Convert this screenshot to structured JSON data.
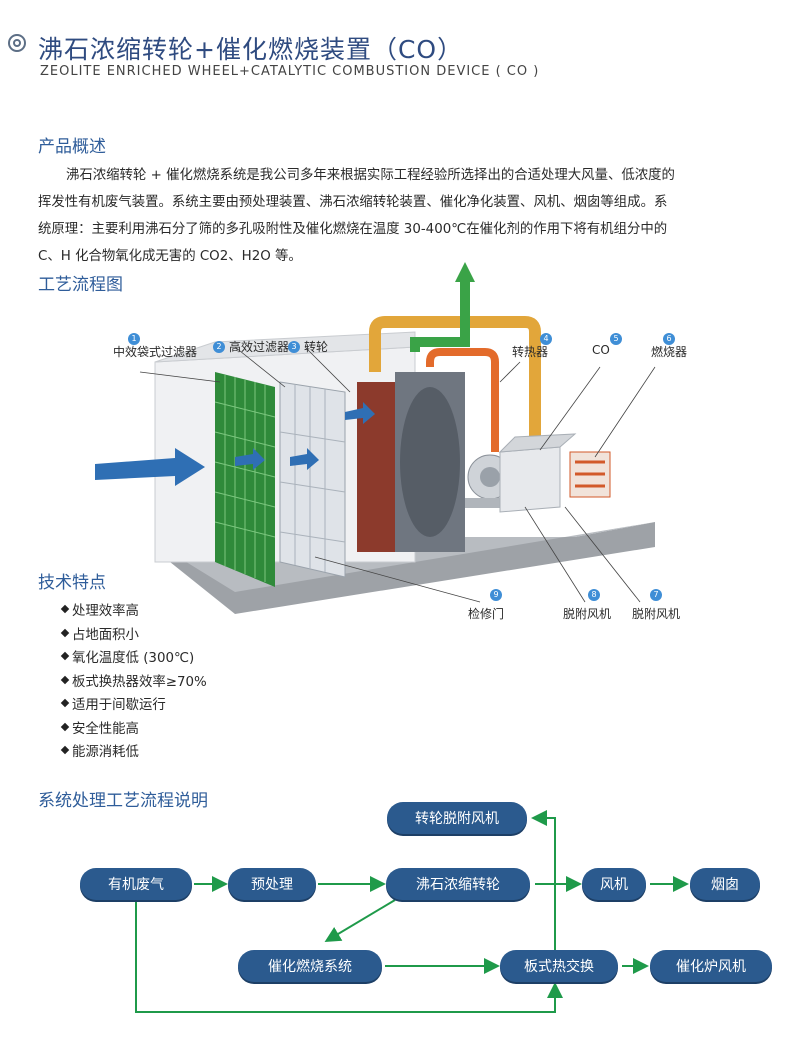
{
  "header": {
    "title": "沸石浓缩转轮+催化燃烧装置（CO）",
    "subtitle": "ZEOLITE ENRICHED WHEEL+CATALYTIC COMBUSTION DEVICE ( CO )"
  },
  "overview": {
    "heading": "产品概述",
    "lines": [
      "沸石浓缩转轮 + 催化燃烧系统是我公司多年来根据实际工程经验所选择出的合适处理大风量、低浓度的",
      "挥发性有机废气装置。系统主要由预处理装置、沸石浓缩转轮装置、催化净化装置、风机、烟囱等组成。系",
      "统原理：主要利用沸石分了筛的多孔吸附性及催化燃烧在温度 30-400℃在催化剂的作用下将有机组分中的",
      "C、H 化合物氧化成无害的 CO2、H2O 等。"
    ]
  },
  "process_diagram": {
    "heading": "工艺流程图",
    "callouts": [
      {
        "num": "1",
        "label": "中效袋式过滤器"
      },
      {
        "num": "2",
        "label": "高效过滤器"
      },
      {
        "num": "3",
        "label": "转轮"
      },
      {
        "num": "4",
        "label": "转热器"
      },
      {
        "num": "5",
        "label": "CO"
      },
      {
        "num": "6",
        "label": "燃烧器"
      },
      {
        "num": "7",
        "label": "脱附风机"
      },
      {
        "num": "8",
        "label": "脱附风机"
      },
      {
        "num": "9",
        "label": "检修门"
      }
    ],
    "colors": {
      "inlet_arrow": "#2f6fb4",
      "clean_air": "#3aa347",
      "hot_duct": "#e2a63a",
      "filter": "#3e9a43",
      "floor": "#8b8f94"
    }
  },
  "features": {
    "heading": "技术特点",
    "items": [
      "处理效率高",
      "占地面积小",
      "氧化温度低 (300℃)",
      "板式换热器效率≥70%",
      "适用于间歇运行",
      "安全性能高",
      "能源消耗低"
    ]
  },
  "flow": {
    "heading": "系统处理工艺流程说明",
    "nodes": {
      "waste_gas": "有机废气",
      "pretreat": "预处理",
      "wheel": "沸石浓缩转轮",
      "fan": "风机",
      "chimney": "烟囱",
      "desorb_fan": "转轮脱附风机",
      "catalytic": "催化燃烧系统",
      "heat_exchanger": "板式热交换",
      "furnace_fan": "催化炉风机"
    },
    "colors": {
      "node": "#2b5a8e",
      "arrow": "#1f9a4a"
    }
  }
}
